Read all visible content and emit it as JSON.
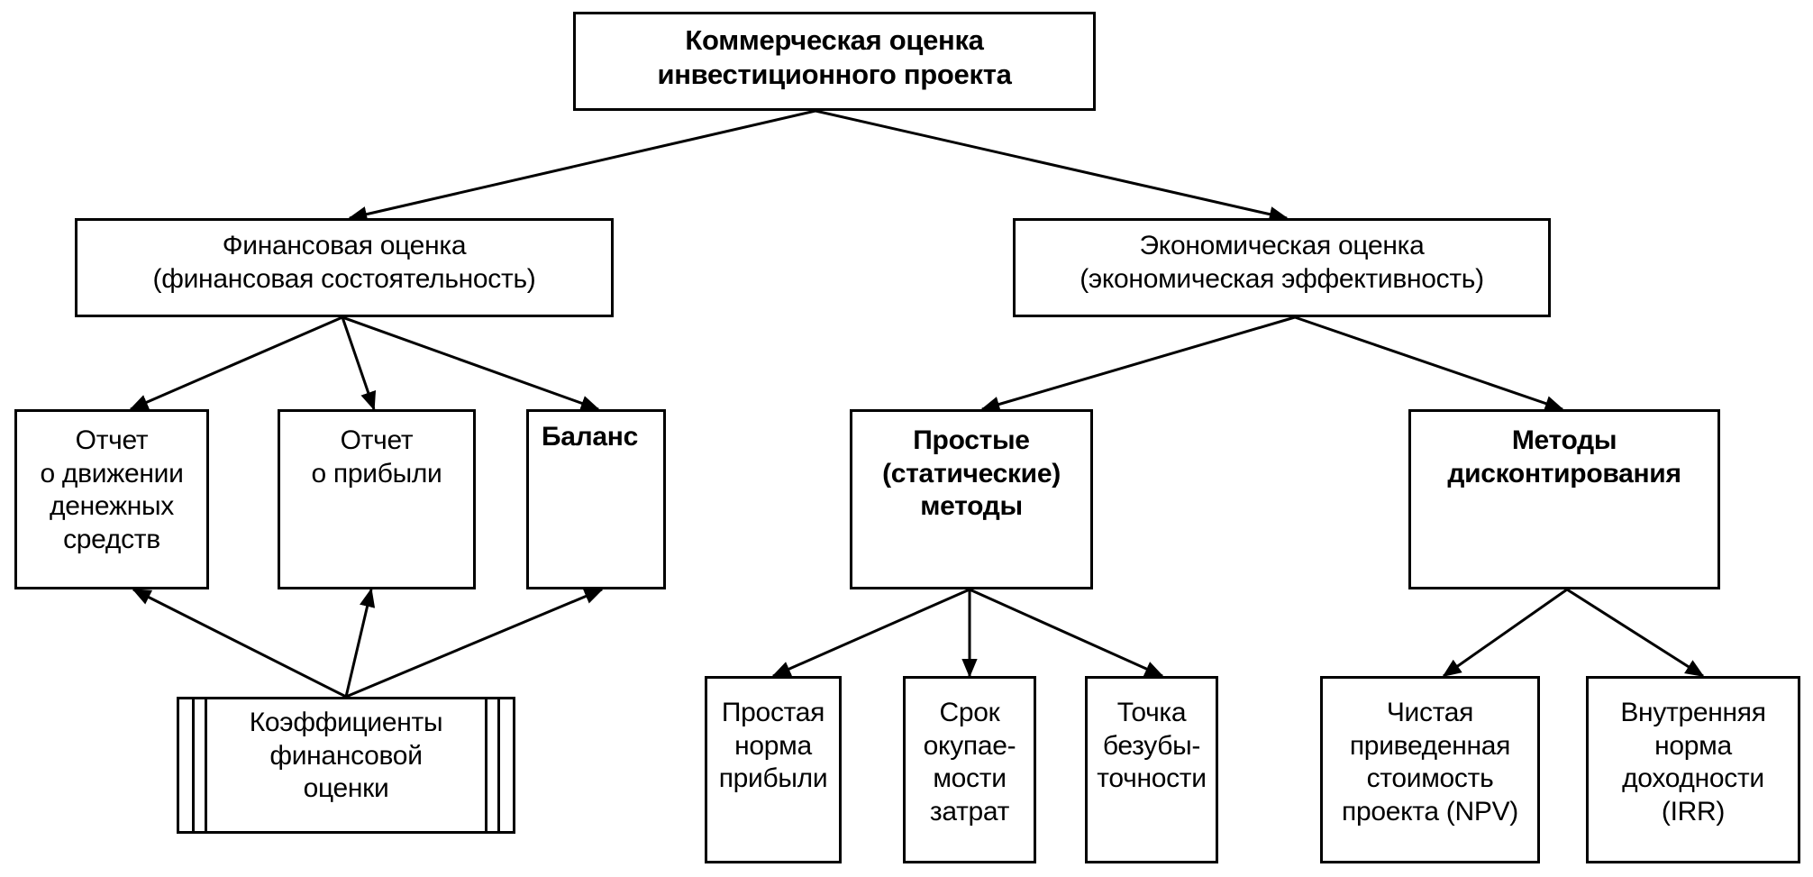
{
  "diagram": {
    "type": "tree",
    "nodes": [
      {
        "id": "root",
        "lines": [
          "Коммерческая оценка",
          "инвестиционного проекта"
        ],
        "bold": true
      },
      {
        "id": "fin",
        "lines": [
          "Финансовая оценка",
          "(финансовая состоятельность)"
        ],
        "bold": false
      },
      {
        "id": "eco",
        "lines": [
          "Экономическая оценка",
          "(экономическая эффективность)"
        ],
        "bold": false
      },
      {
        "id": "cash",
        "lines": [
          "Отчет",
          "о движении",
          "денежных",
          "средств"
        ],
        "bold": false
      },
      {
        "id": "profit",
        "lines": [
          "Отчет",
          "о прибыли"
        ],
        "bold": false
      },
      {
        "id": "balance",
        "lines": [
          "Баланс"
        ],
        "bold": true
      },
      {
        "id": "coef",
        "lines": [
          "Коэффициенты",
          "финансовой",
          "оценки"
        ],
        "bold": false
      },
      {
        "id": "simple",
        "lines": [
          "Простые",
          "(статические)",
          "методы"
        ],
        "bold": true
      },
      {
        "id": "disc",
        "lines": [
          "Методы",
          "дисконтирования"
        ],
        "bold": true
      },
      {
        "id": "pnp",
        "lines": [
          "Простая",
          "норма",
          "прибыли"
        ],
        "bold": false
      },
      {
        "id": "payback",
        "lines": [
          "Срок",
          "окупае-",
          "мости",
          "затрат"
        ],
        "bold": false
      },
      {
        "id": "breakeven",
        "lines": [
          "Точка",
          "безубы-",
          "точности"
        ],
        "bold": false
      },
      {
        "id": "npv",
        "lines": [
          "Чистая",
          "приведенная",
          "стоимость",
          "проекта (NPV)"
        ],
        "bold": false
      },
      {
        "id": "irr",
        "lines": [
          "Внутренняя",
          "норма",
          "доходности",
          "(IRR)"
        ],
        "bold": false
      }
    ],
    "edges": [
      {
        "from": "root",
        "to": "fin"
      },
      {
        "from": "root",
        "to": "eco"
      },
      {
        "from": "fin",
        "to": "cash"
      },
      {
        "from": "fin",
        "to": "profit"
      },
      {
        "from": "fin",
        "to": "balance"
      },
      {
        "from": "coef",
        "to": "cash"
      },
      {
        "from": "coef",
        "to": "profit"
      },
      {
        "from": "coef",
        "to": "balance"
      },
      {
        "from": "eco",
        "to": "simple"
      },
      {
        "from": "eco",
        "to": "disc"
      },
      {
        "from": "simple",
        "to": "pnp"
      },
      {
        "from": "simple",
        "to": "payback"
      },
      {
        "from": "simple",
        "to": "breakeven"
      },
      {
        "from": "disc",
        "to": "npv"
      },
      {
        "from": "disc",
        "to": "irr"
      }
    ]
  }
}
